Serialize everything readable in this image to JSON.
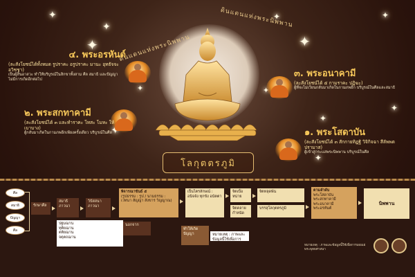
{
  "poster": {
    "arc_text": [
      "ดินแดนแห่งพระนิพพาน",
      "ดินแดนแห่งพระนิพพาน"
    ],
    "title": "โลกุตตรภูมิ",
    "levels": [
      {
        "title": "๔. พระอรหันต์",
        "subtitle": "(ละสังโยชน์ได้ทั้งหมด รูปราคะ อรูปราคะ มานะ อุทธัจจะ อวิชชา)",
        "desc": "เป็นผู้สิ้นอาสวะ ทำให้บริบูรณ์ในสิกขาทั้งสาม ศีล สมาธิ และปัญญา ไม่มีการเกิดอีกต่อไป"
      },
      {
        "title": "๓. พระอนาคามี",
        "subtitle": "(ละสังโยชน์ได้ ๕ กามราคะ ปฏิฆะ)",
        "desc": "ผู้ที่จะไม่เวียนกลับมาเกิดในกามภพอีก บริบูรณ์ในศีลและสมาธิ"
      },
      {
        "title": "๒. พระสกทาคามี",
        "subtitle": "(ละสังโยชน์ได้ ๓ และทำราคะ โทสะ โมหะ ให้เบาบาง)",
        "desc": "ผู้กลับมาเกิดในกามภพอีกเพียงครั้งเดียว บริบูรณ์ในศีล"
      },
      {
        "title": "๑. พระโสดาบัน",
        "subtitle": "(ละสังโยชน์ได้ ๓ สักกายทิฏฐิ วิจิกิจฉา สีลัพพตปรามาส)",
        "desc": "ผู้เข้าสู่กระแสพระนิพพาน บริบูรณ์ในศีล"
      }
    ]
  },
  "flow": {
    "ovals": [
      "ศีล",
      "สมาธิ",
      "ปัญญา",
      "ศีล"
    ],
    "step1": "รักษาศีล",
    "step2": "สมาธิภาวนา",
    "step3": "วิปัสสนาภาวนา",
    "step4_title": "พิจารณาขันธ์ ๕",
    "step4_list": "(รูปธรรม : รูป / นามธรรม : เวทนา สัญญา สังขาร วิญญาณ)",
    "left_list": [
      "ปฐมฌาน",
      "ทุติยฌาน",
      "ตติยฌาน",
      "จตุตถฌาน"
    ],
    "left_box_extra": "นอกจาก",
    "box_a": "เป็นไตรลักษณ์ : อนิจจัง ทุกขัง อนัตตา",
    "box_b": "จิตเบื่อหน่าย",
    "box_c": "จิตคลายกำหนัด",
    "box_d": "จิตหลุดพ้น",
    "box_e": "บรรลุโลกุตตรภูมิ",
    "result": [
      "ตามลำดับ",
      "พระโสดาบัน",
      "พระสกทาคามี",
      "พระอนาคามี",
      "พระอรหันต์"
    ],
    "final": "นิพพาน",
    "foot": "หมายเหตุ : ภาพและข้อมูลนี้ใช้เพื่อการเผยแผ่พระพุทธศาสนา",
    "extra_box": "ทำให้เกิดปัญญา"
  }
}
